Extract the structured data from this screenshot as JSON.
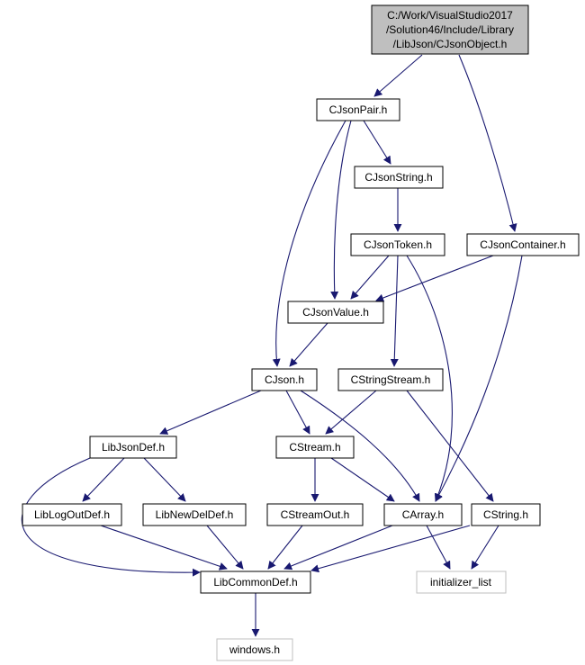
{
  "root": {
    "lines": [
      "C:/Work/VisualStudio2017",
      "/Solution46/Include/Library",
      "/LibJson/CJsonObject.h"
    ]
  },
  "nodes": {
    "cjsonpair": "CJsonPair.h",
    "cjsonstring": "CJsonString.h",
    "cjsontoken": "CJsonToken.h",
    "cjsoncontainer": "CJsonContainer.h",
    "cjsonvalue": "CJsonValue.h",
    "cjson": "CJson.h",
    "cstringstream": "CStringStream.h",
    "libjsondef": "LibJsonDef.h",
    "cstream": "CStream.h",
    "liblogoutdef": "LibLogOutDef.h",
    "libnewdeldef": "LibNewDelDef.h",
    "cstreamout": "CStreamOut.h",
    "carray": "CArray.h",
    "cstring": "CString.h",
    "libcommondef": "LibCommonDef.h",
    "initializer_list": "initializer_list",
    "windows": "windows.h"
  },
  "colors": {
    "edge": "#191970",
    "root_fill": "#bfbfbf",
    "node_border": "#000000",
    "external_border": "#bfbfbf"
  }
}
